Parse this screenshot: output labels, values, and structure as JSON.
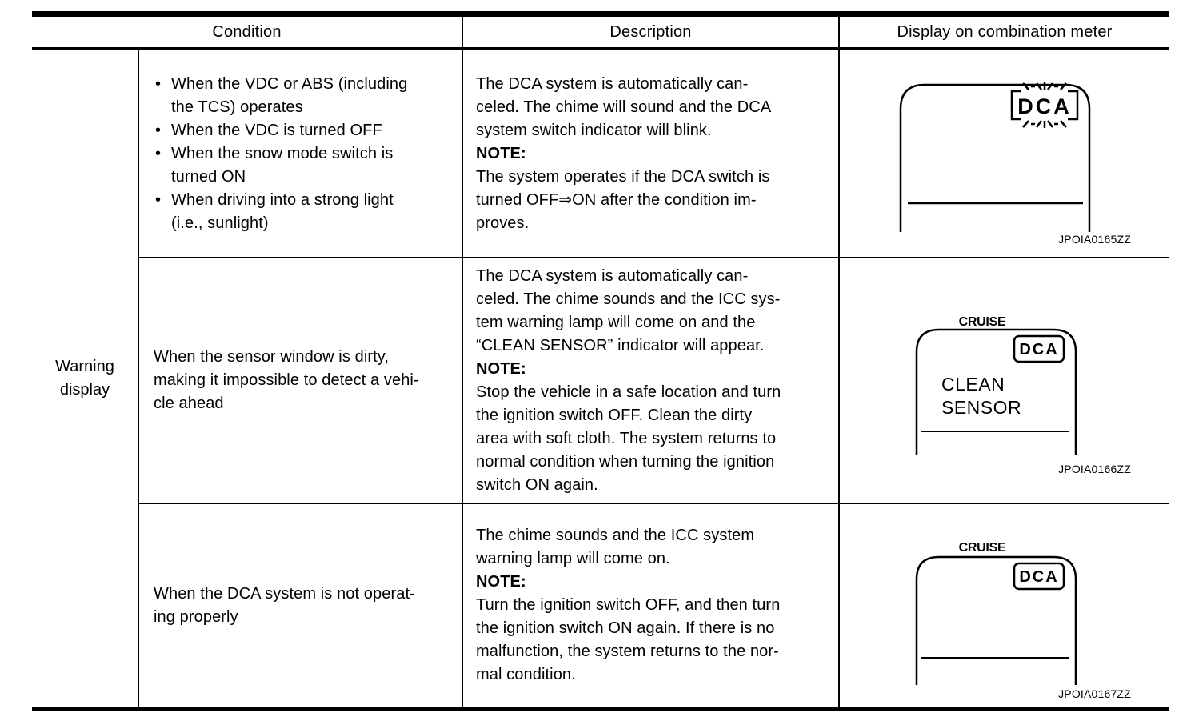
{
  "table": {
    "bullet_char": "•",
    "headers": {
      "condition": "Condition",
      "description": "Description",
      "display": "Display on combination meter"
    },
    "row_group_label": "Warning\ndisplay",
    "rows": [
      {
        "condition_bullets": [
          "When the VDC or ABS (including\nthe TCS) operates",
          "When the VDC is turned OFF",
          "When the snow mode switch is\nturned ON",
          "When driving into a strong light\n(i.e., sunlight)"
        ],
        "description": {
          "before_note": "The DCA system is automatically can-\nceled. The chime will sound and the DCA\nsystem switch indicator will blink.",
          "note_label": "NOTE:",
          "after_note": "The system operates if the DCA switch is\nturned OFF⇒ON after the condition im-\nproves."
        },
        "display": {
          "indicator": "DCA",
          "caption": "JPOIA0165ZZ"
        }
      },
      {
        "condition_text": "When the sensor window is dirty,\nmaking it impossible to detect a vehi-\ncle ahead",
        "description": {
          "before_note": "The DCA system is automatically can-\nceled. The chime sounds and the ICC sys-\ntem warning lamp will come on and the\n“CLEAN SENSOR” indicator will appear.",
          "note_label": "NOTE:",
          "after_note": "Stop the vehicle in a safe location and turn\nthe ignition switch OFF. Clean the dirty\narea with soft cloth. The system returns to\nnormal condition when turning the ignition\nswitch ON again."
        },
        "display": {
          "cruise_label": "CRUISE",
          "indicator": "DCA",
          "message_line1": "CLEAN",
          "message_line2": "SENSOR",
          "caption": "JPOIA0166ZZ"
        }
      },
      {
        "condition_text": "When the DCA system is not operat-\ning properly",
        "description": {
          "before_note": "The chime sounds and the ICC system\nwarning lamp will come on.",
          "note_label": "NOTE:",
          "after_note": "Turn the ignition switch OFF, and then turn\nthe ignition switch ON again. If there is no\nmalfunction, the system returns to the nor-\nmal condition."
        },
        "display": {
          "cruise_label": "CRUISE",
          "indicator": "DCA",
          "caption": "JPOIA0167ZZ"
        }
      }
    ]
  }
}
